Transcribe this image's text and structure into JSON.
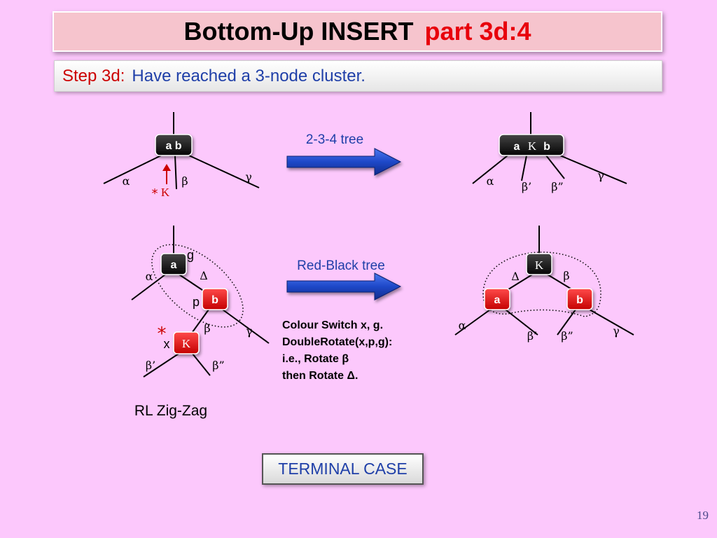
{
  "title": {
    "main": "Bottom-Up INSERT",
    "part": "part 3d:4"
  },
  "step": {
    "label": "Step 3d:",
    "text": "Have reached a 3-node cluster."
  },
  "arrow_labels": {
    "tree234": "2-3-4 tree",
    "redblack": "Red-Black tree"
  },
  "nodes": {
    "ab": "a b",
    "akb": {
      "a": "a",
      "k": "K",
      "b": "b"
    },
    "rb_a": "a",
    "rb_b": "b",
    "rb_k": "K",
    "rb2_k": "K",
    "rb2_a": "a",
    "rb2_b": "b"
  },
  "labels": {
    "alpha": "α",
    "beta": "β",
    "gamma": "γ",
    "delta": "Δ",
    "beta_p": "β’",
    "beta_pp": "β”",
    "star": "*",
    "k": "K",
    "g": "g",
    "p": "p",
    "x": "x"
  },
  "notes": [
    "Colour Switch x, g.",
    "DoubleRotate(x,p,g):",
    "i.e.,  Rotate β",
    "then Rotate Δ."
  ],
  "zigzag": "RL Zig-Zag",
  "terminal": "TERMINAL CASE",
  "page_number": "19",
  "colors": {
    "background": "#fcc8fc",
    "black_node": "#111111",
    "red_node": "#e01010",
    "arrow_blue": "#1f48c8",
    "accent_red": "#cc0000",
    "text_blue": "#1f3fa8"
  }
}
